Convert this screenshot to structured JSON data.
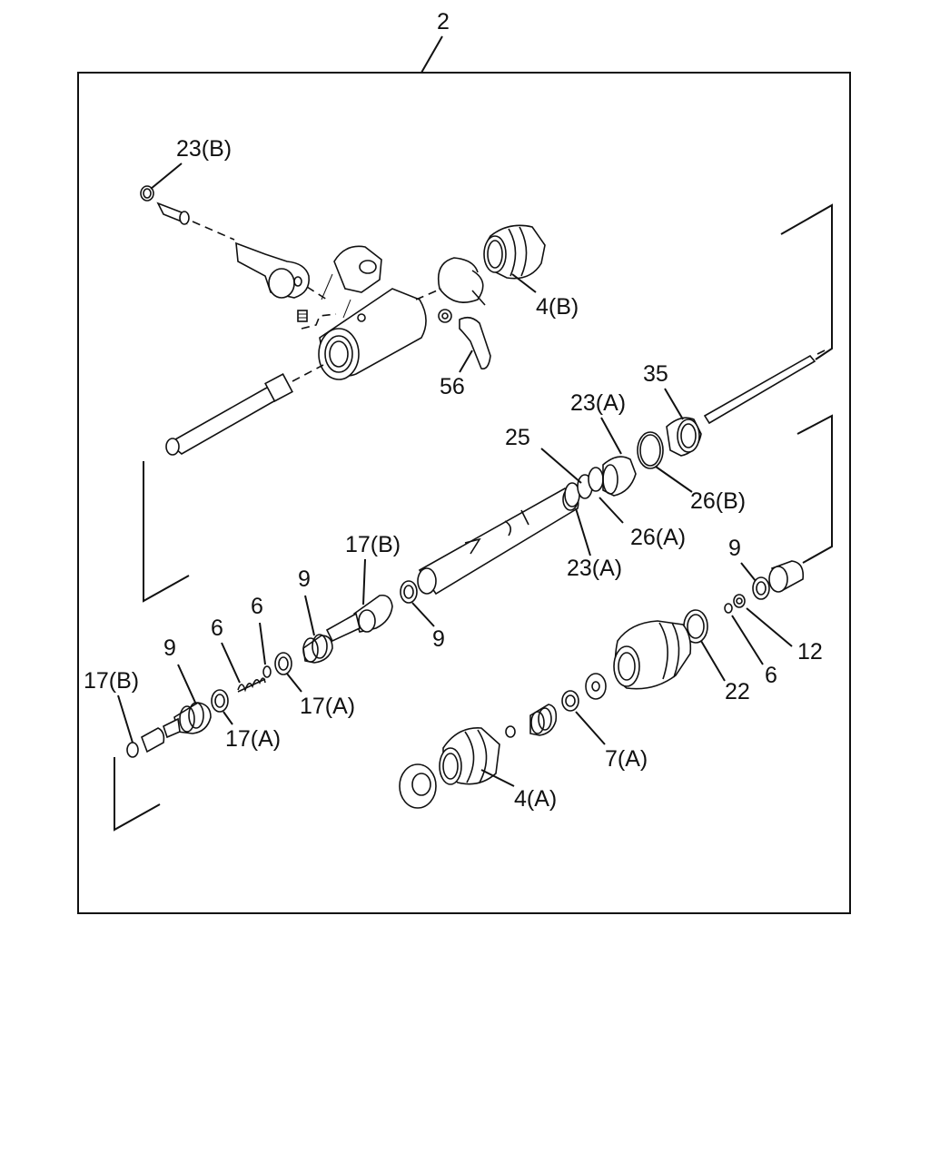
{
  "callouts": {
    "assembly": "2",
    "c_23b_top": "23(B)",
    "c_4b": "4(B)",
    "c_56": "56",
    "c_35": "35",
    "c_23a_top": "23(A)",
    "c_25": "25",
    "c_26b": "26(B)",
    "c_26a": "26(A)",
    "c_23a_mid": "23(A)",
    "c_17b_mid": "17(B)",
    "c_9_top": "9",
    "c_9_mid": "9",
    "c_9_right": "9",
    "c_6_left": "6",
    "c_6_mid": "6",
    "c_6_right": "6",
    "c_12": "12",
    "c_22": "22",
    "c_17a_mid": "17(A)",
    "c_9_left": "9",
    "c_17b_left": "17(B)",
    "c_17a_left": "17(A)",
    "c_7a": "7(A)",
    "c_4a": "4(A)"
  }
}
